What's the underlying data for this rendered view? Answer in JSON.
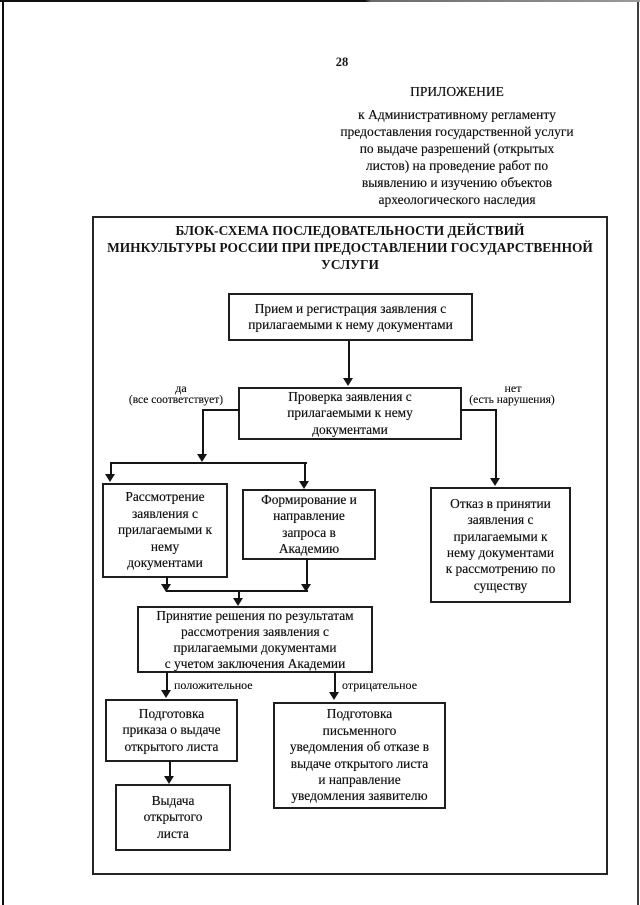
{
  "page": {
    "page_number": "28",
    "appendix": {
      "title": "ПРИЛОЖЕНИЕ",
      "body": "к Административному регламенту\nпредоставления государственной услуги\nпо выдаче разрешений (открытых\nлистов) на проведение работ по\nвыявлению и изучению объектов\nархеологического наследия"
    }
  },
  "flowchart": {
    "title": "БЛОК-СХЕМА ПОСЛЕДОВАТЕЛЬНОСТИ ДЕЙСТВИЙ\nМИНКУЛЬТУРЫ РОССИИ ПРИ ПРЕДОСТАВЛЕНИИ ГОСУДАРСТВЕННОЙ\nУСЛУГИ",
    "nodes": {
      "receive_registration": {
        "text": "Прием и регистрация заявления с\nприлагаемыми к нему документами"
      },
      "check_application": {
        "text": "Проверка заявления с\nприлагаемыми к нему\nдокументами"
      },
      "review_application": {
        "text": "Рассмотрение\nзаявления с\nприлагаемыми к\nнему\nдокументами"
      },
      "send_request_academy": {
        "text": "Формирование и\nнаправление\nзапроса в\nАкадемию"
      },
      "refuse_acceptance": {
        "text": "Отказ в принятии\nзаявления с\nприлагаемыми к\nнему документами\nк рассмотрению по\nсуществу"
      },
      "make_decision": {
        "text": "Принятие решения по результатам\nрассмотрения заявления с\nприлагаемыми документами\nс учетом заключения Академии"
      },
      "prepare_order": {
        "text": "Подготовка\nприказа о выдаче\nоткрытого листа"
      },
      "issue_sheet": {
        "text": "Выдача\nоткрытого\nлиста"
      },
      "prepare_refusal_notice": {
        "text": "Подготовка\nписьменного\nуведомления об отказе в\nвыдаче открытого листа\nи направление\nуведомления заявителю"
      }
    },
    "labels": {
      "yes": "да",
      "yes_sub": "(все соответствует)",
      "no": "нет",
      "no_sub": "(есть нарушения)",
      "positive": "положительное",
      "negative": "отрицательное"
    },
    "colors": {
      "ink": "#141414",
      "paper": "#ffffff"
    }
  }
}
